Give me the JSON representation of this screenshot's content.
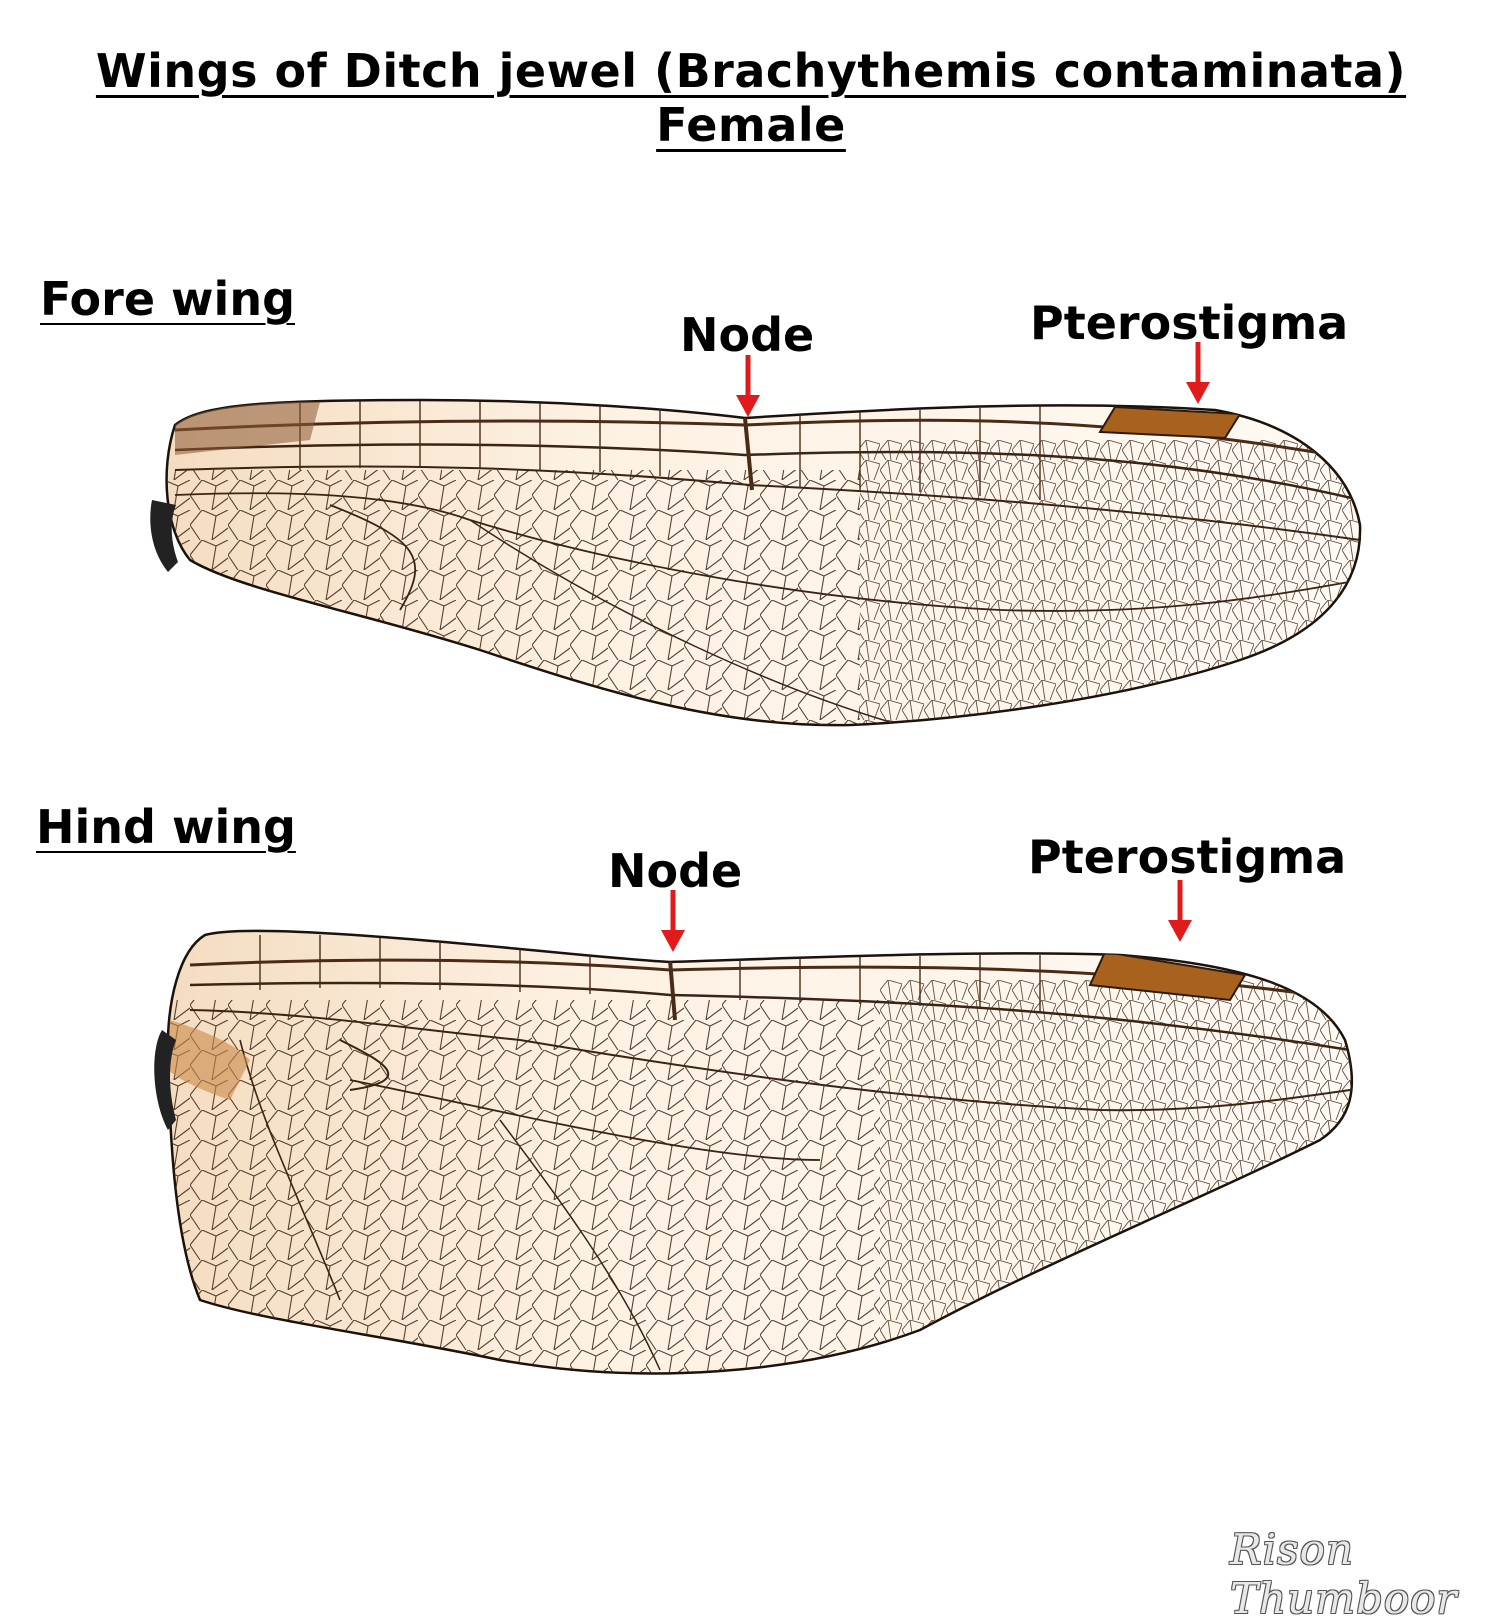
{
  "title": "Wings of Ditch jewel (Brachythemis contaminata) Female",
  "fore_wing": {
    "label": "Fore wing",
    "node_label": "Node",
    "pterostigma_label": "Pterostigma"
  },
  "hind_wing": {
    "label": "Hind wing",
    "node_label": "Node",
    "pterostigma_label": "Pterostigma"
  },
  "signature": "Rison Thumboor",
  "colors": {
    "arrow": "#e11b1b",
    "membrane": "#fdf3e6",
    "vein": "#2a1a10",
    "pterostigma": "#a8621e"
  }
}
